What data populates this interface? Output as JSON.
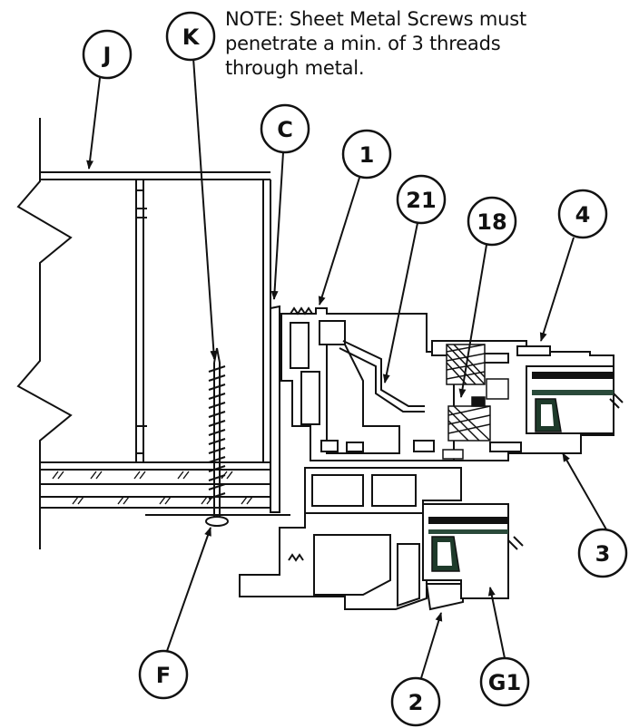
{
  "note": {
    "line1": "NOTE: Sheet Metal Screws must",
    "line2": "penetrate a min. of  3 threads",
    "line3": "through metal."
  },
  "callouts": {
    "j": "J",
    "k": "K",
    "c": "C",
    "one": "1",
    "twentyone": "21",
    "eighteen": "18",
    "four": "4",
    "three": "3",
    "f": "F",
    "two": "2",
    "g1": "G1"
  }
}
